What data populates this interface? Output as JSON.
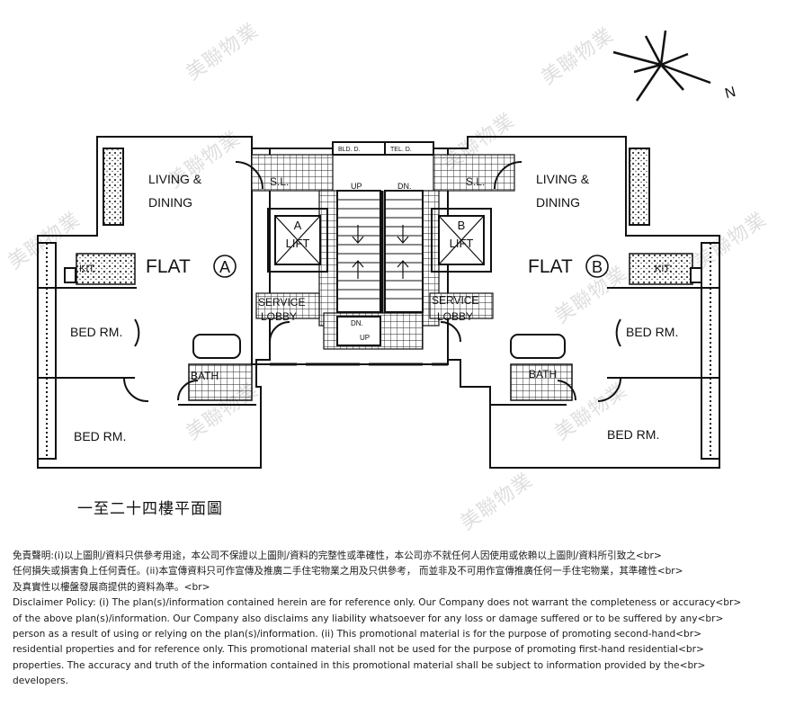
{
  "plan": {
    "flat_a": "FLAT",
    "flat_a_letter": "A",
    "flat_b": "FLAT",
    "flat_b_letter": "B",
    "living_line1": "LIVING &",
    "living_line2": "DINING",
    "bed_rm": "BED  RM.",
    "kit": "KIT.",
    "bath": "BATH",
    "sl": "S.L.",
    "lift_a_letter": "A",
    "lift_b_letter": "B",
    "lift": "LIFT",
    "service_lobby_line1": "SERVICE",
    "service_lobby_line2": "LOBBY",
    "up": "UP",
    "dn": "DN.",
    "dn_small": "DN.",
    "up_small": "UP",
    "bld_d": "BLD. D.",
    "tel_d": "TEL. D.",
    "north": "N",
    "caption": "一至二十四樓平面圖"
  },
  "watermark": {
    "text": "美聯物業"
  },
  "disclaimer": {
    "lines": [
      "免責聲明:(i)以上圖則/資料只供參考用途，本公司不保證以上圖則/資料的完整性或準確性，本公司亦不就任何人因使用或依賴以上圖則/資料所引致之<br>",
      "任何損失或損害負上任何責任。(ii)本宣傳資料只可作宣傳及推廣二手住宅物業之用及只供參考， 而並非及不可用作宣傳推廣任何一手住宅物業，其準確性<br>",
      "及真實性以樓盤發展商提供的資料為準。<br>",
      "Disclaimer Policy: (i) The plan(s)/information contained herein are for reference only. Our Company does not warrant the completeness or accuracy<br>",
      "of the above plan(s)/information. Our Company also disclaims any liability whatsoever for any loss or damage suffered or to be suffered by any<br>",
      "person as a result of using or relying on the plan(s)/information. (ii) This promotional material is for the purpose of promoting second-hand<br>",
      "residential properties and for reference only. This promotional material shall not be used for the purpose of promoting first-hand residential<br>",
      "properties. The accuracy and truth of the information contained in this promotional material shall be subject to information provided by the<br>",
      "developers."
    ]
  }
}
